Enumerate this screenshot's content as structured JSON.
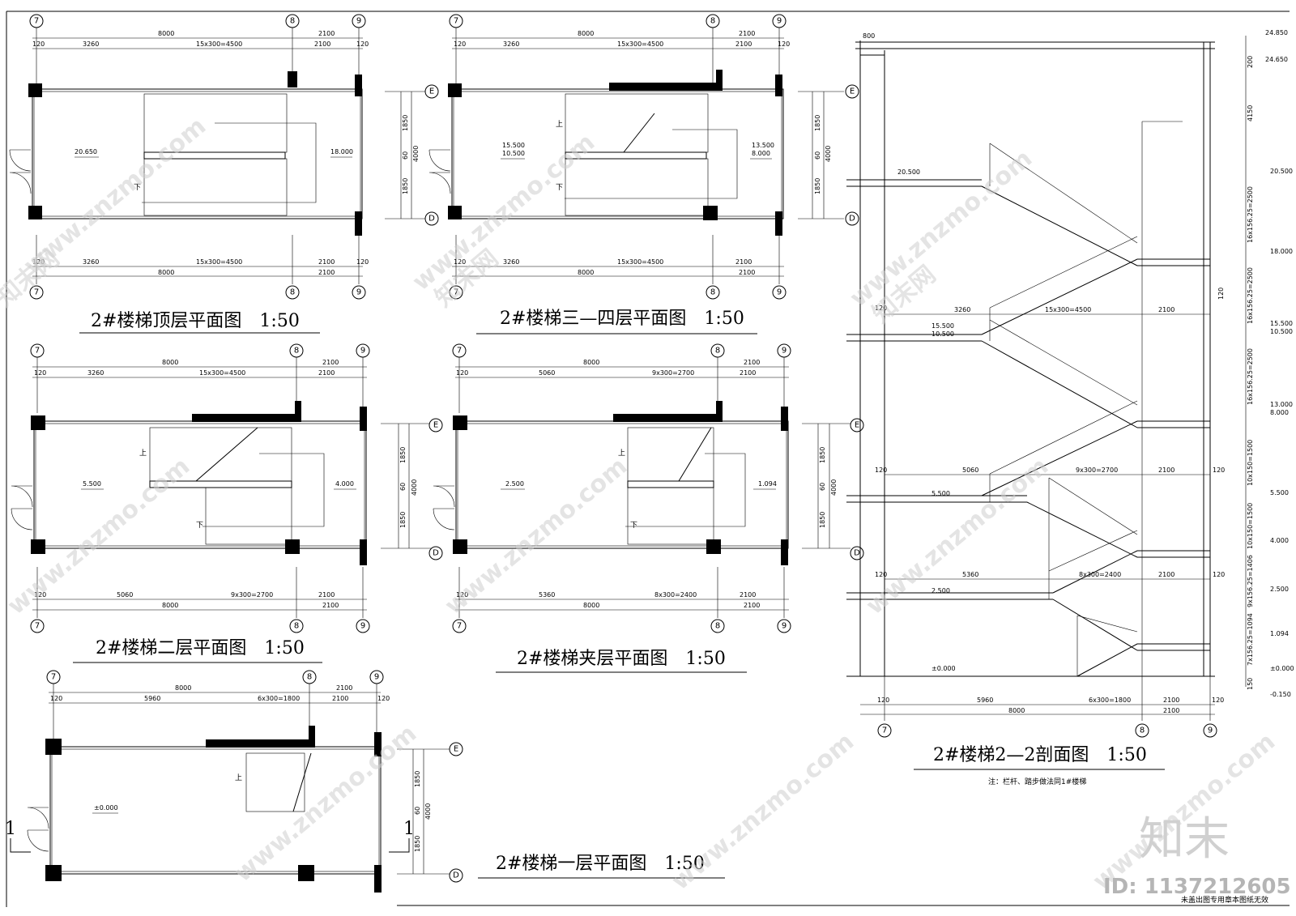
{
  "titles": {
    "top": "2#楼梯顶层平面图　1:50",
    "third_fourth": "2#楼梯三—四层平面图　1:50",
    "second": "2#楼梯二层平面图　1:50",
    "mezzanine": "2#楼梯夹层平面图　1:50",
    "first": "2#楼梯一层平面图　1:50",
    "section": "2#楼梯2—2剖面图　1:50"
  },
  "note": "注：栏杆、踏步做法同1#楼梯",
  "stamp": "未盖出图专用章本图纸无效",
  "watermark": {
    "site": "www.znzmo.com",
    "brand": "知末网",
    "logo": "知末",
    "id": "ID: 1137212605"
  },
  "axes": {
    "a7": "7",
    "a8": "8",
    "a9": "9",
    "aE": "E",
    "aD": "D"
  },
  "words": {
    "up": "上",
    "down": "下",
    "cut": "1"
  },
  "dims": {
    "d8000": "8000",
    "d2100": "2100",
    "d120": "120",
    "d3260": "3260",
    "d15x300": "15x300=4500",
    "d5060": "5060",
    "d9x300": "9x300=2700",
    "d5360": "5360",
    "d8x300": "8x300=2400",
    "d5960": "5960",
    "d6x300": "6x300=1800",
    "d1850": "1850",
    "d60": "60",
    "d4000": "4000",
    "d800": "800",
    "d200": "200",
    "d4150": "4150",
    "d150": "150"
  },
  "levels": {
    "top_l": "20.650",
    "top_r": "18.000",
    "tf_l1": "15.500",
    "tf_l2": "10.500",
    "tf_r1": "13.500",
    "tf_r2": "8.000",
    "sec_l": "5.500",
    "sec_r": "4.000",
    "mez_l": "2.500",
    "mez_r": "1.094",
    "first": "±0.000"
  },
  "section": {
    "right_levels": [
      "24.850",
      "24.650",
      "20.500",
      "18.000",
      "15.500",
      "10.500",
      "13.000",
      "8.000",
      "5.500",
      "4.000",
      "2.500",
      "1.094",
      "±0.000",
      "-0.150"
    ],
    "left_levels": [
      "20.500",
      "15.500",
      "10.500",
      "5.500",
      "2.500",
      "±0.000"
    ],
    "vert_dims": [
      "16x156.25=2500",
      "16x156.25=2500",
      "16x156.25=2500",
      "10x150=1500",
      "10x150=1500",
      "9x156.25=1406",
      "7x156.25=1094"
    ]
  }
}
